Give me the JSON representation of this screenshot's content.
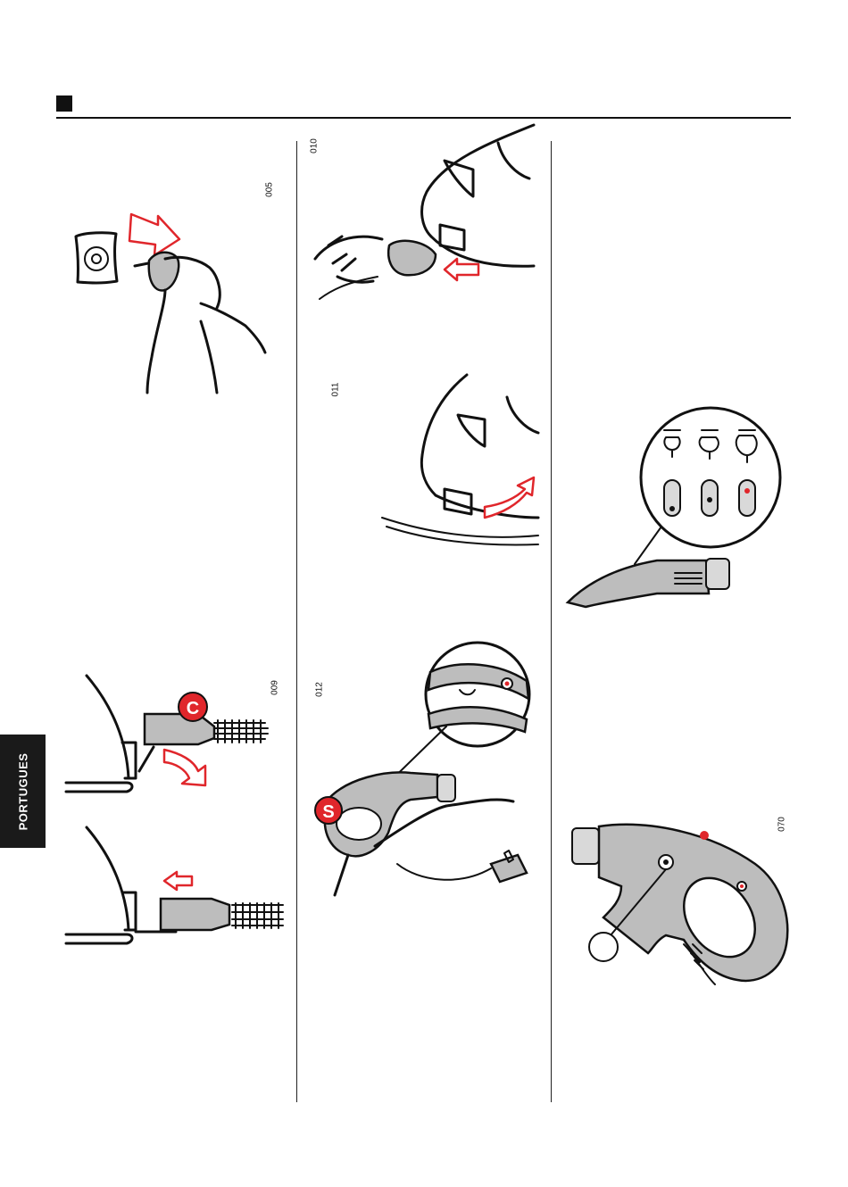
{
  "side_tab": {
    "label": "PORTUGUES"
  },
  "figures": {
    "f005": "005",
    "f009": "009",
    "f010": "010",
    "f011": "011",
    "f012": "012",
    "f070": "070"
  },
  "badges": {
    "c": "C",
    "s": "S"
  },
  "colors": {
    "accent_red": "#e0262b",
    "ink": "#111111",
    "tab_bg": "#1a1a1a"
  }
}
